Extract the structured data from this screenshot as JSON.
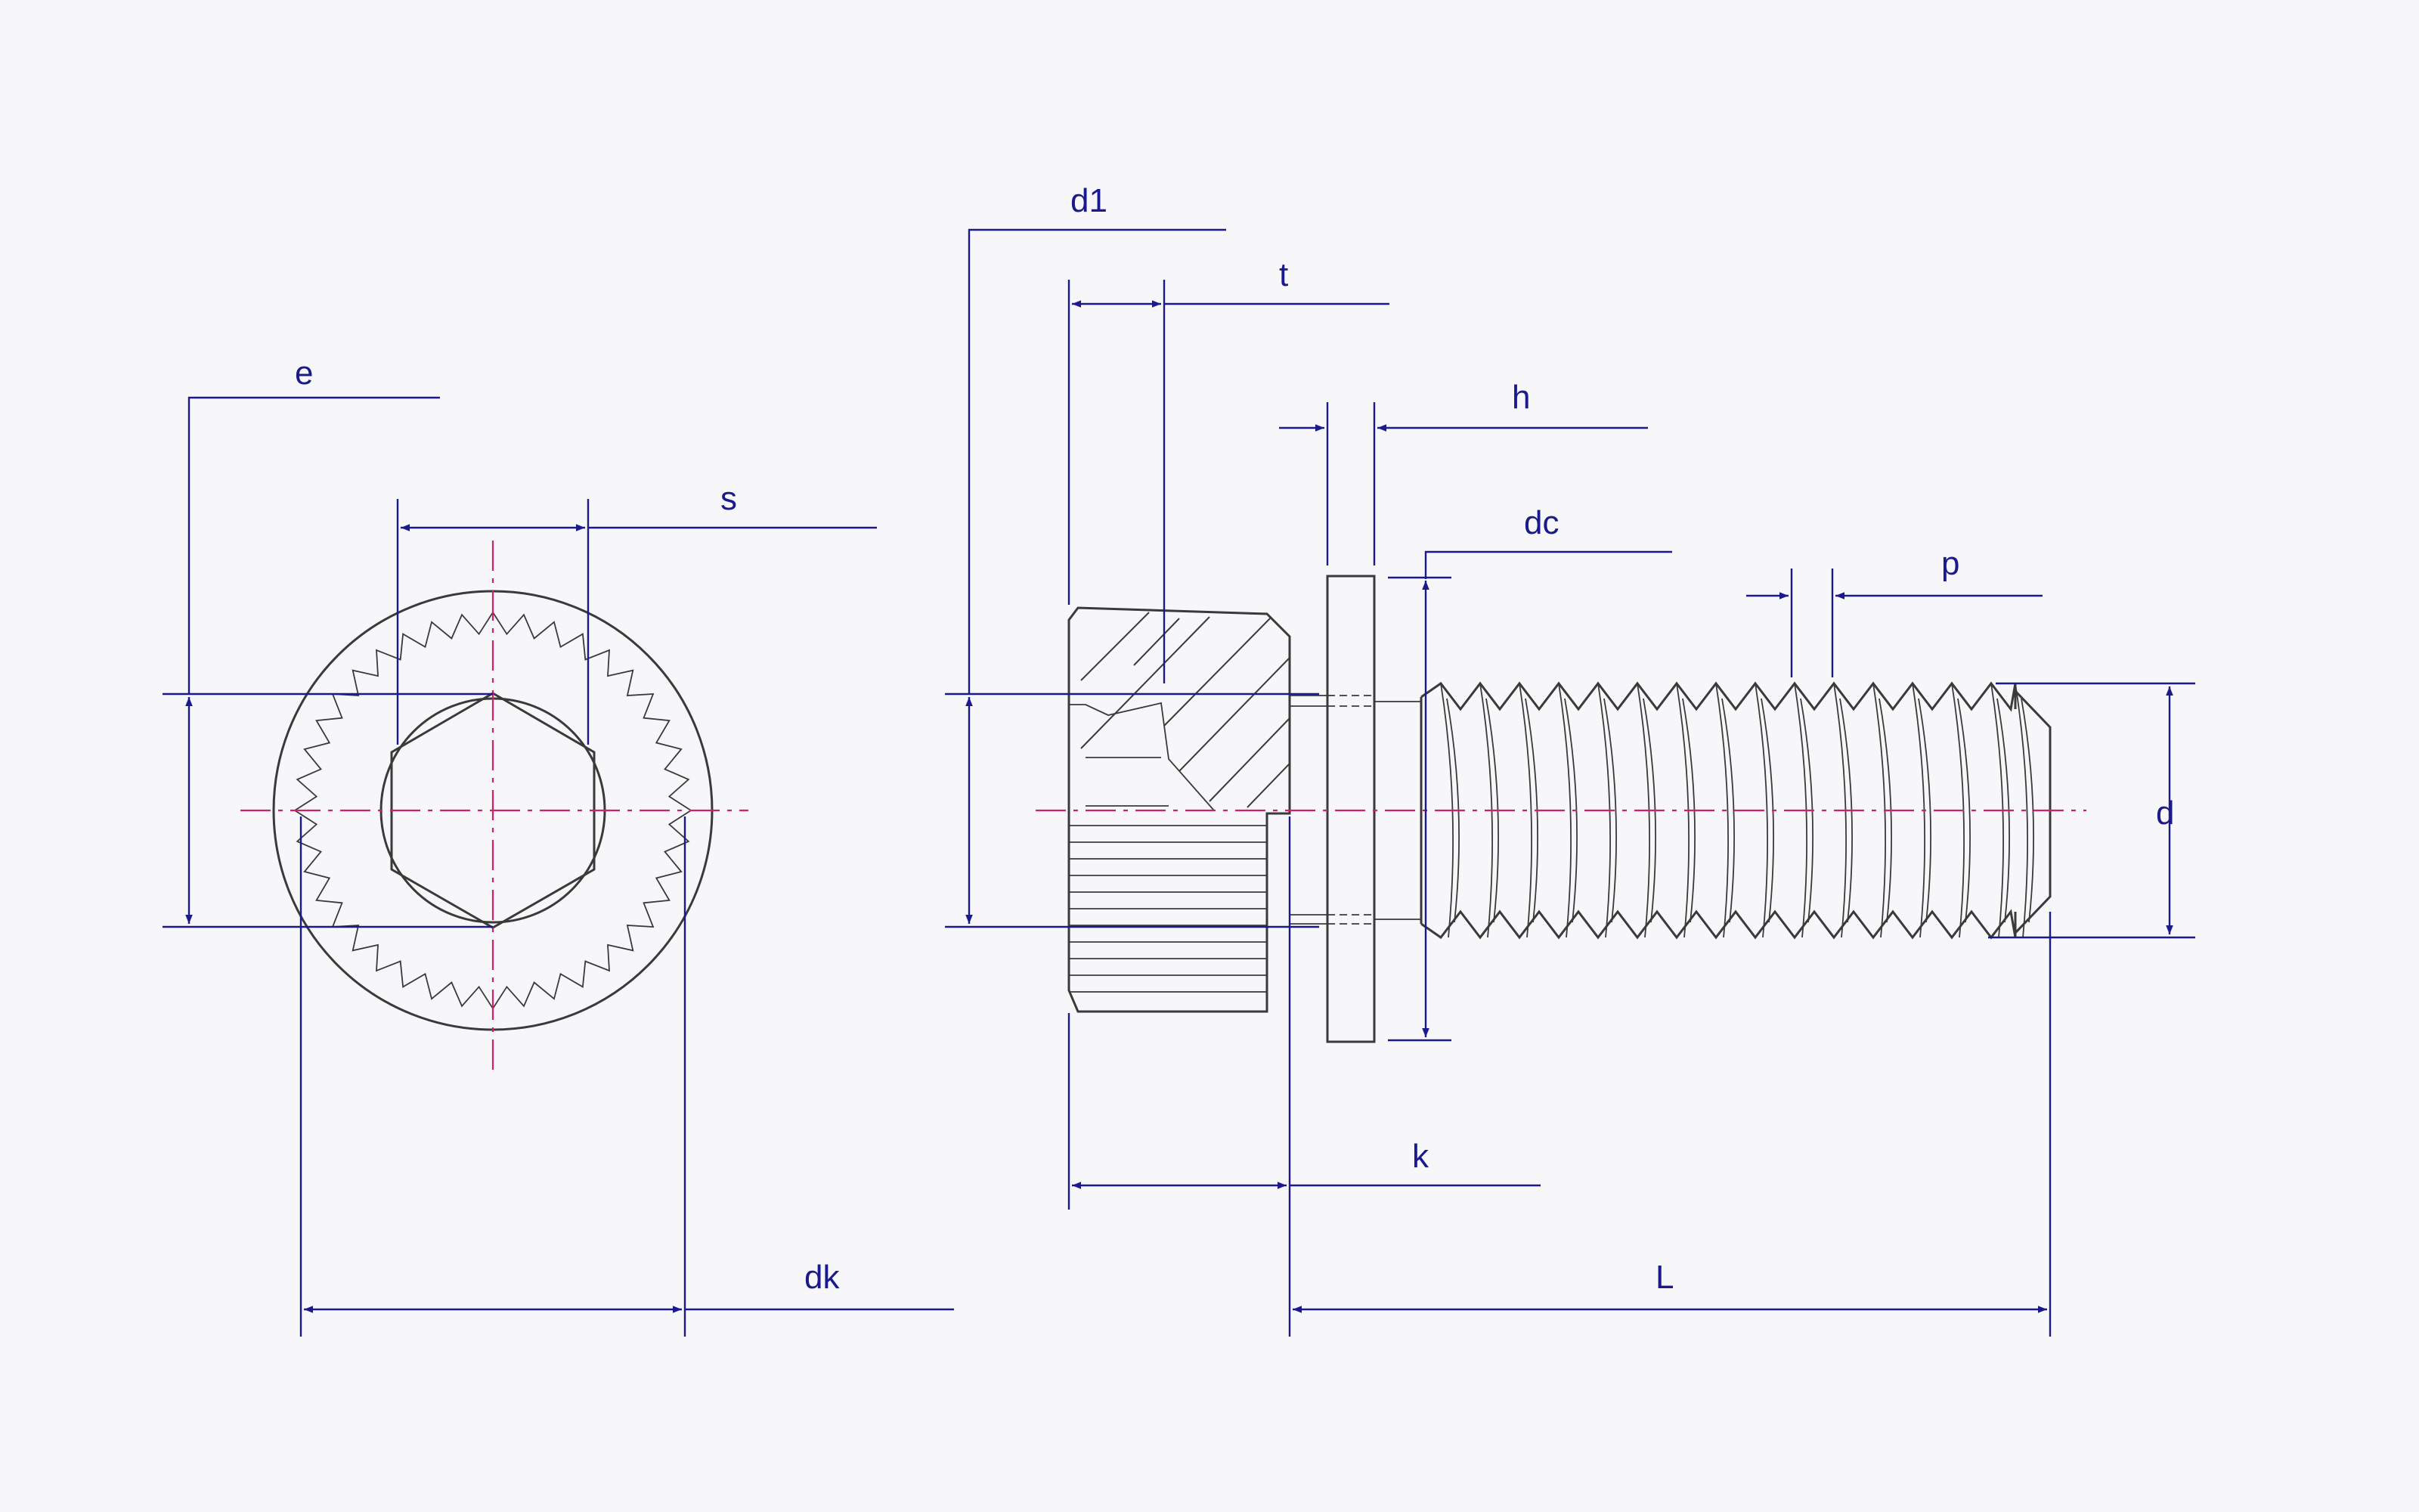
{
  "labels": {
    "e": "e",
    "s": "s",
    "dk": "dk",
    "d1": "d1",
    "t": "t",
    "h": "h",
    "dc": "dc",
    "p": "p",
    "d": "d",
    "k": "k",
    "L": "L"
  },
  "colors": {
    "dimension": "#1a1a8c",
    "centerline": "#d0206a",
    "part": "#3a3a3a"
  }
}
